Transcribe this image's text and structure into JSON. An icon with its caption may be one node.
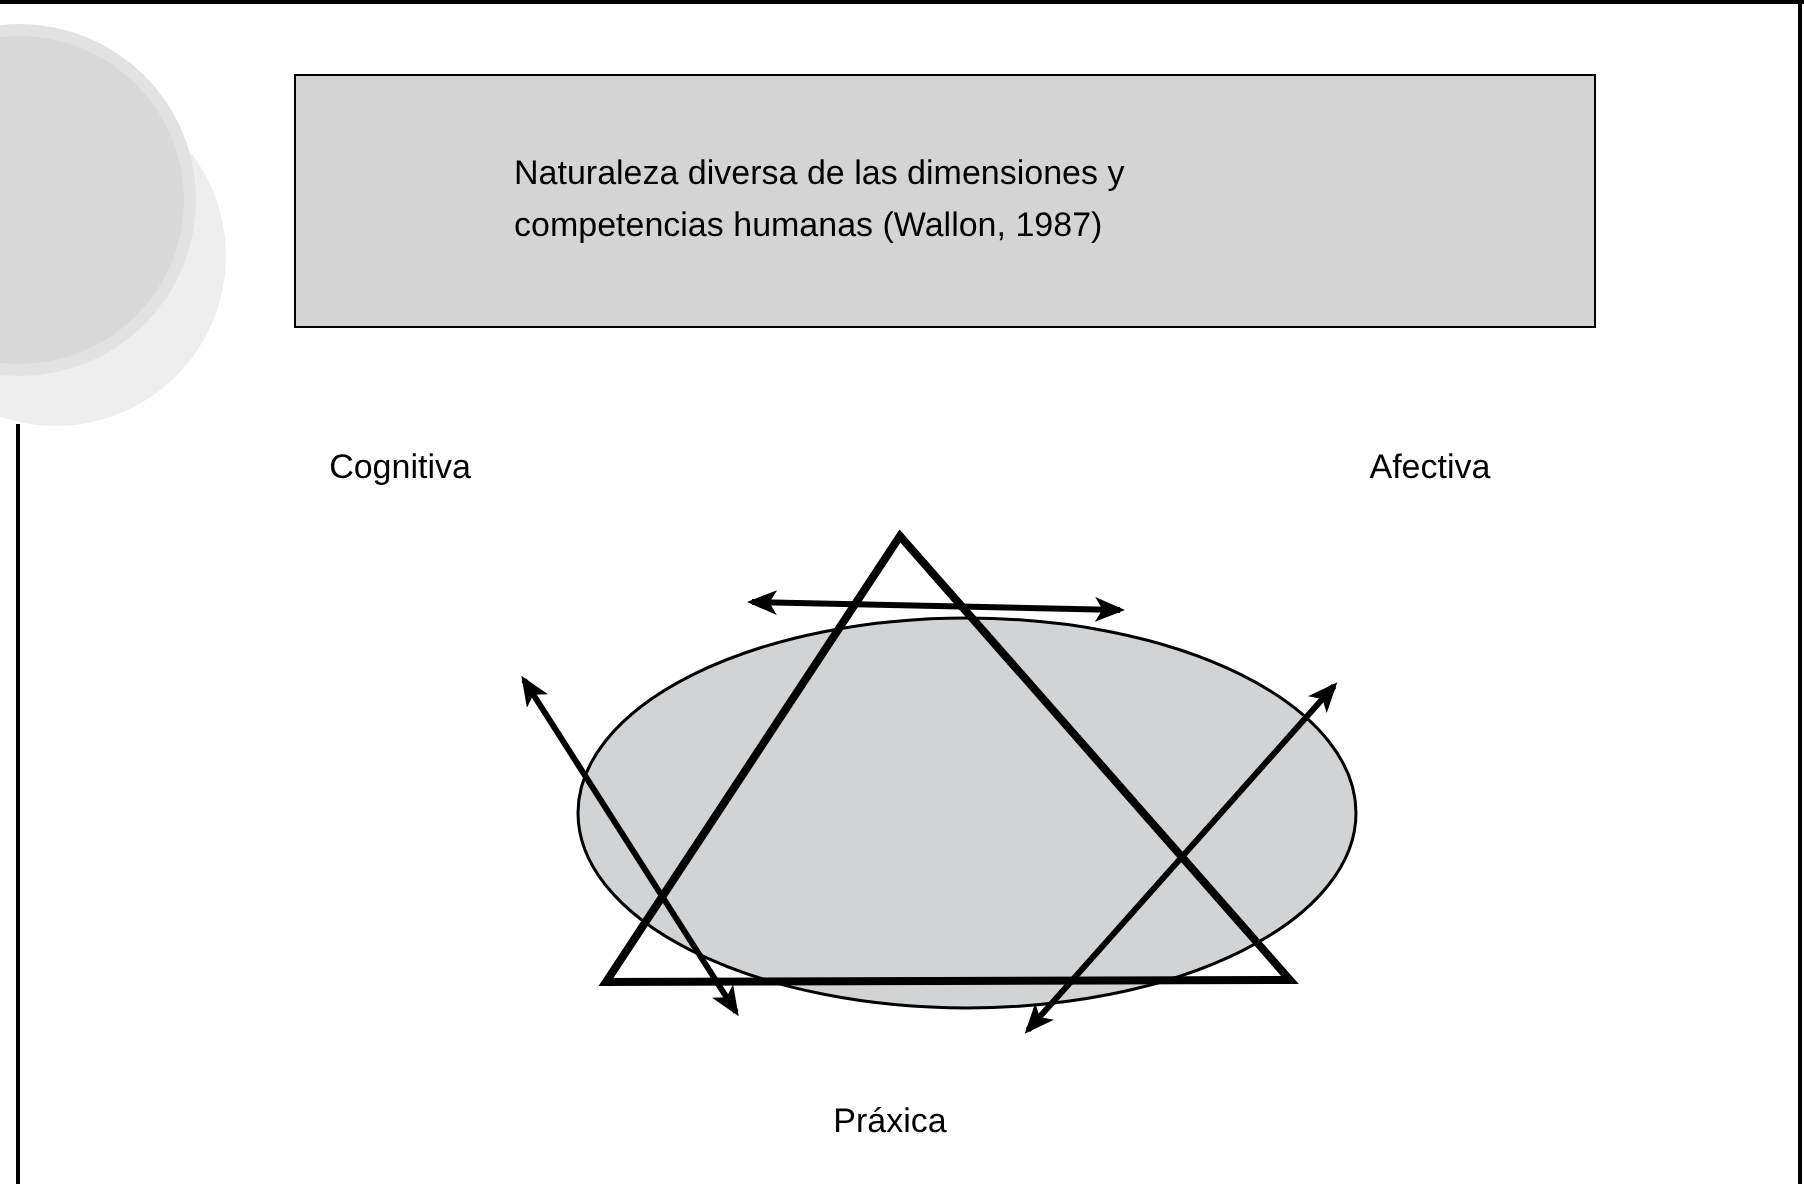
{
  "diagram": {
    "nodes": [
      {
        "text": [
          "Naturaleza diversa de las dimensiones y competencias humanas (Wallon, 1987)"
        ]
      },
      {
        "text": [
          "Cognitiva"
        ]
      },
      {
        "text": [
          "Afectiva"
        ]
      },
      {
        "text": [
          "Práxica"
        ]
      },
      {
        "text": [],
        "shape": "ellipse"
      },
      {
        "text": [],
        "shape": "triangle"
      }
    ]
  }
}
